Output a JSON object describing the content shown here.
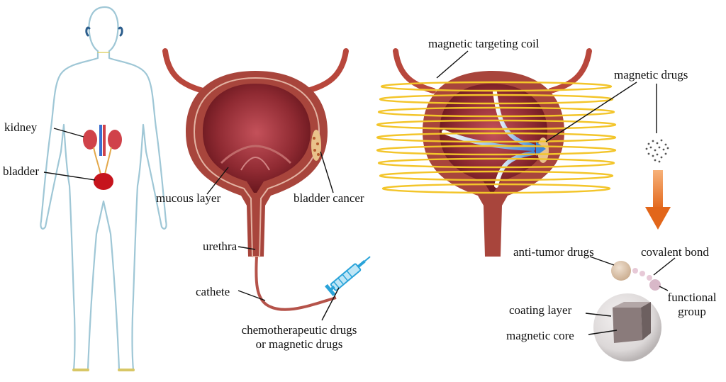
{
  "colors": {
    "body_outline": "#9fc7d6",
    "tissue": "#a8453c",
    "lumen": "#7d1d26",
    "coil": "#f3c52a",
    "catheter": "#b5534a",
    "syringe": "#2aa3d9",
    "arrow": "#e8731c",
    "kidney": "#d0424a",
    "vessel_blue": "#3a6fd0",
    "drug_sphere": "#dbc3aa",
    "bond_bead": "#e7c9d7",
    "coating": "#e9e6e6",
    "core": "#7c6e6e"
  },
  "labels": {
    "kidney": "kidney",
    "bladder": "bladder",
    "mucous_layer": "mucous layer",
    "bladder_cancer": "bladder cancer",
    "urethra": "urethra",
    "cathete": "cathete",
    "chemo_line1": "chemotherapeutic drugs",
    "chemo_line2": "or magnetic drugs",
    "coil": "magnetic targeting coil",
    "magnetic_drugs": "magnetic drugs",
    "anti_tumor": "anti-tumor drugs",
    "covalent": "covalent bond",
    "functional_line1": "functional",
    "functional_line2": "group",
    "coating": "coating layer",
    "core": "magnetic core"
  },
  "icons": {
    "syringe": "syringe-icon",
    "down_arrow": "down-arrow-icon"
  }
}
